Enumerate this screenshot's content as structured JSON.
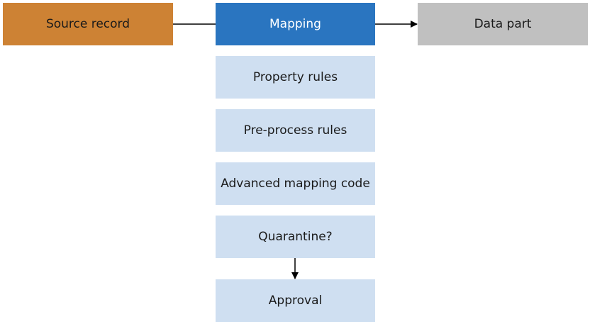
{
  "source": {
    "label": "Source record"
  },
  "mapping": {
    "label": "Mapping"
  },
  "target": {
    "label": "Data part"
  },
  "steps": [
    {
      "label": "Property rules"
    },
    {
      "label": "Pre-process rules"
    },
    {
      "label": "Advanced mapping code"
    },
    {
      "label": "Quarantine?"
    },
    {
      "label": "Approval"
    }
  ],
  "colors": {
    "source": "#cd8234",
    "mapping": "#2a75c0",
    "target": "#c0c0c0",
    "step": "#cfdff1",
    "connector": "#000000"
  }
}
